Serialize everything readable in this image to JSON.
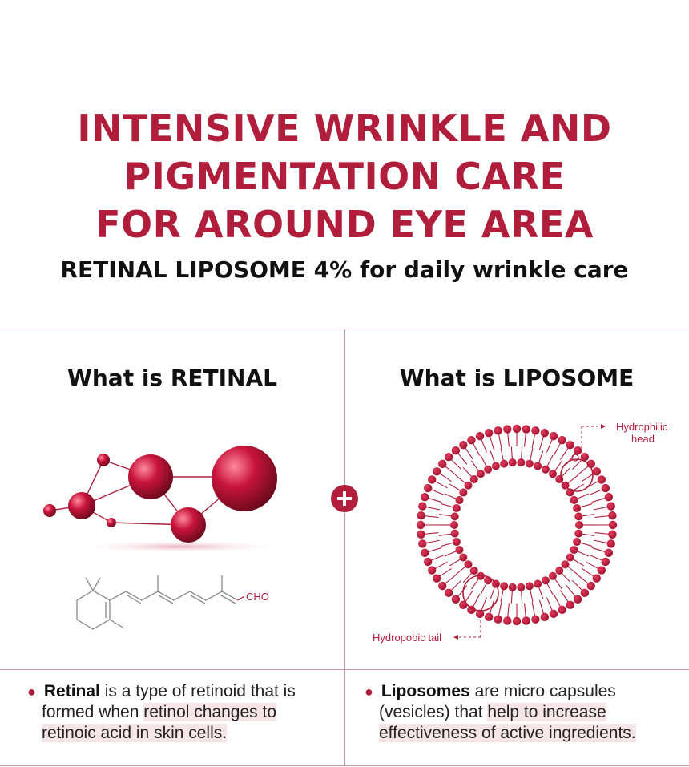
{
  "headline": {
    "line1": "INTENSIVE WRINKLE AND",
    "line2": "PIGMENTATION CARE",
    "line3": "FOR AROUND EYE AREA"
  },
  "subheadline": "RETINAL LIPOSOME 4% for daily wrinkle care",
  "retinal": {
    "title": "What is RETINAL",
    "formula_group": "CHO",
    "description": {
      "term": "Retinal",
      "text1": " is a type of retinoid that is",
      "text2": "formed when ",
      "highlight1": "retinol changes to",
      "highlight2": "retinoic acid in skin cells."
    }
  },
  "liposome": {
    "title": "What is LIPOSOME",
    "label_head_1": "Hydrophilic",
    "label_head_2": "head",
    "label_tail": "Hydropobic tail",
    "description": {
      "term": "Liposomes",
      "text1": " are micro capsules",
      "text2": "(vesicles) that ",
      "highlight1": "help to increase",
      "highlight2": "effectiveness of active ingredients."
    }
  },
  "colors": {
    "accent": "#b01e3c",
    "divider": "#c99aa5",
    "highlight": "#f6e5e7"
  },
  "icons": [
    "plus-icon",
    "molecule-spheres",
    "retinal-structure",
    "liposome-ring"
  ]
}
